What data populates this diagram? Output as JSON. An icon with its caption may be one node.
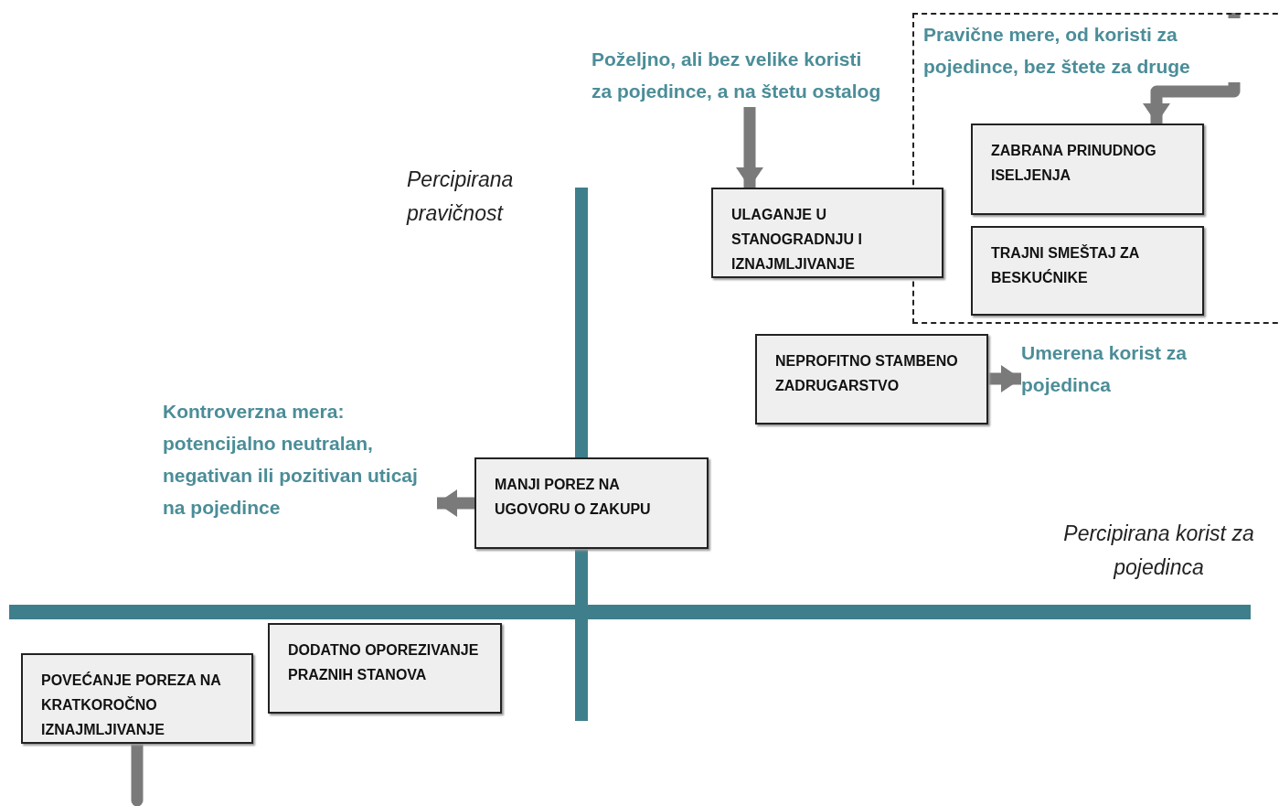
{
  "diagram": {
    "nodes": [
      {
        "text": [
          "Poželjno, ali bez velike koristi za pojedince, a na štetu ostalog"
        ]
      },
      {
        "text": [
          "Pravične mere, od koristi za pojedince, bez štete za druge"
        ]
      },
      {
        "text": [
          "ZABRANA PRINUDNOG ISELJENJA"
        ],
        "in": 1
      },
      {
        "text": [
          "ULAGANJE U STANOGRADNJU I IZNAJMLJIVANJE"
        ]
      },
      {
        "text": [
          "TRAJNI SMEŠTAJ ZA BESKUĆNIKE"
        ],
        "in": 1
      },
      {
        "text": [
          "NEPROFITNO STAMBENO ZADRUGARSTVO"
        ]
      },
      {
        "text": [
          "Umerena korist za pojedinca"
        ]
      },
      {
        "text": [
          "Kontroverzna mera: potencijalno neutralan, negativan ili pozitivan uticaj na pojedince"
        ]
      },
      {
        "text": [
          "MANJI POREZ NA UGOVORU O ZAKUPU"
        ]
      },
      {
        "text": [
          "DODATNO OPOREZIVANJE PRAZNIH STANOVA"
        ]
      },
      {
        "text": [
          "POVEĆANJE POREZA NA KRATKOROČNO IZNAJMLJIVANJE"
        ]
      }
    ],
    "edges": [
      {
        "from": 0,
        "to": 3,
        "arrow": "to"
      },
      {
        "from": 1,
        "to": 2,
        "arrow": "to"
      },
      {
        "from": 5,
        "to": 6,
        "arrow": "to"
      },
      {
        "from": 8,
        "to": 7,
        "arrow": "to"
      },
      {
        "from": 10,
        "to": null,
        "arrow": "none"
      }
    ],
    "labels": [
      "Percipirana pravičnost",
      "Percipirana korist za pojedinca"
    ]
  }
}
